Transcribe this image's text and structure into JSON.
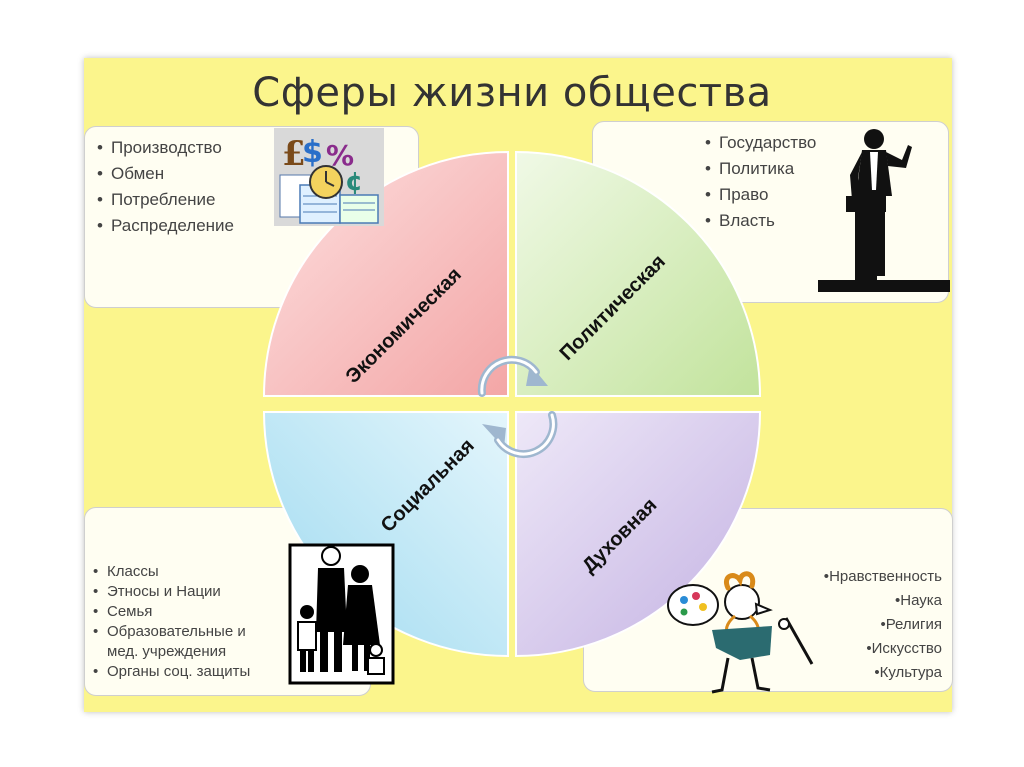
{
  "title": "Сферы жизни общества",
  "spheres": {
    "economic": {
      "label": "Экономическая",
      "color": "#f2a3a3",
      "items": [
        "Производство",
        "Обмен",
        "Потребление",
        "Распределение"
      ],
      "icon": "finance-icon"
    },
    "political": {
      "label": "Политическая",
      "color": "#c6e6a2",
      "items": [
        "Государство",
        "Политика",
        "Право",
        "Власть"
      ],
      "icon": "speaker-at-podium-icon"
    },
    "social": {
      "label": "Социальная",
      "color": "#aee0f2",
      "items": [
        "Классы",
        "Этносы и Нации",
        "Семья",
        "Образовательные и",
        "мед. учреждения",
        "Органы соц. защиты"
      ],
      "icon": "family-icon"
    },
    "spiritual": {
      "label": "Духовная",
      "color": "#cdbde6",
      "items": [
        "Нравственность",
        "Наука",
        "Религия",
        "Искусство",
        "Культура"
      ],
      "icon": "painter-icon"
    }
  },
  "bullet": "•"
}
